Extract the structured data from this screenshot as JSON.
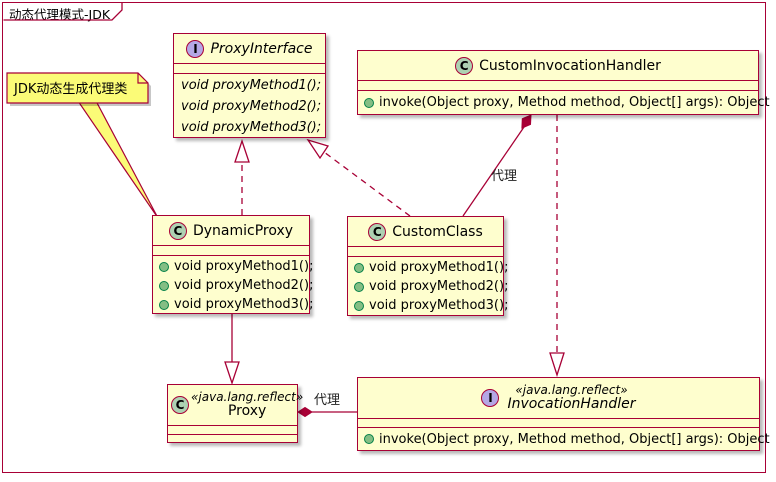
{
  "frame": {
    "title": "动态代理模式-JDK"
  },
  "note": {
    "text": "JDK动态生成代理类"
  },
  "colors": {
    "line": "#A80036",
    "box_fill": "#FEFECE",
    "note_fill": "#FBFB77",
    "class_icon_fill": "#ADD1B2",
    "interface_icon_fill": "#B4A7E5",
    "method_dot_fill": "#84BE84",
    "background": "#FFFFFF"
  },
  "classes": {
    "proxy_interface": {
      "icon": "I",
      "name": "ProxyInterface",
      "methods": [
        "void proxyMethod1();",
        "void proxyMethod2();",
        "void proxyMethod3();"
      ]
    },
    "custom_invocation_handler": {
      "icon": "C",
      "name": "CustomInvocationHandler",
      "methods": [
        "invoke(Object proxy, Method method, Object[] args): Object"
      ]
    },
    "dynamic_proxy": {
      "icon": "C",
      "name": "DynamicProxy",
      "methods": [
        "void proxyMethod1();",
        "void proxyMethod2();",
        "void proxyMethod3();"
      ]
    },
    "custom_class": {
      "icon": "C",
      "name": "CustomClass",
      "methods": [
        "void proxyMethod1();",
        "void proxyMethod2();",
        "void proxyMethod3();"
      ]
    },
    "proxy": {
      "icon": "C",
      "stereotype": "«java.lang.reflect»",
      "name": "Proxy",
      "methods": []
    },
    "invocation_handler": {
      "icon": "I",
      "stereotype": "«java.lang.reflect»",
      "name": "InvocationHandler",
      "methods": [
        "invoke(Object proxy, Method method, Object[] args): Object"
      ]
    }
  },
  "edge_labels": {
    "custom_class_to_handler": "代理",
    "proxy_to_invocation_handler": "代理"
  }
}
